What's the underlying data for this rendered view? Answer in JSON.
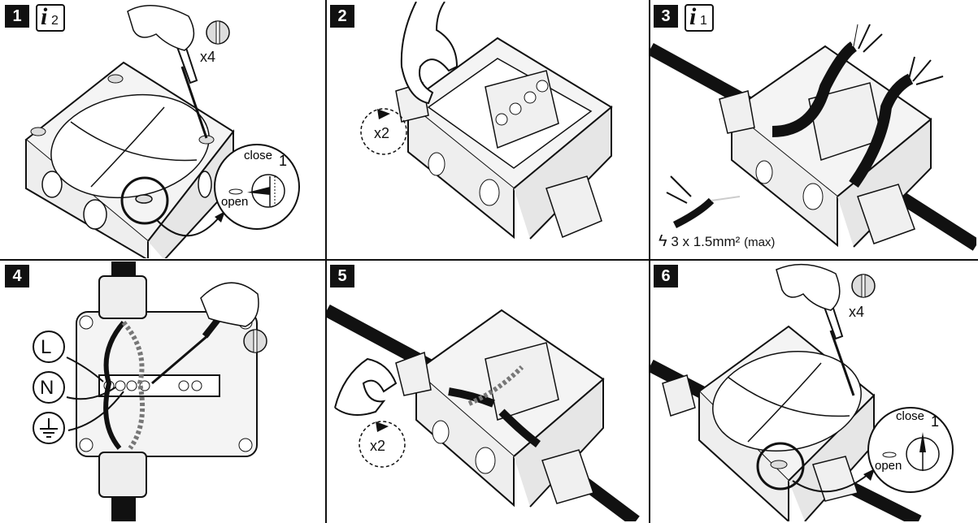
{
  "panels": [
    {
      "step": "1",
      "info": "i",
      "info_sub": "2",
      "count": "x4",
      "close_label": "close",
      "close_num": "1",
      "open_label": "open"
    },
    {
      "step": "2",
      "count": "x2"
    },
    {
      "step": "3",
      "info": "i",
      "info_sub": "1",
      "spec_bolt": "ϟ",
      "spec_text": "3 x 1.5mm²",
      "spec_max": "(max)"
    },
    {
      "step": "4",
      "terminals": [
        "L",
        "N"
      ],
      "earth_icon": "earth-ground-icon"
    },
    {
      "step": "5",
      "count": "x2"
    },
    {
      "step": "6",
      "count": "x4",
      "close_label": "close",
      "close_num": "1",
      "open_label": "open"
    }
  ],
  "colors": {
    "line": "#111111",
    "box_fill": "#f4f4f4",
    "cable": "#111111"
  }
}
